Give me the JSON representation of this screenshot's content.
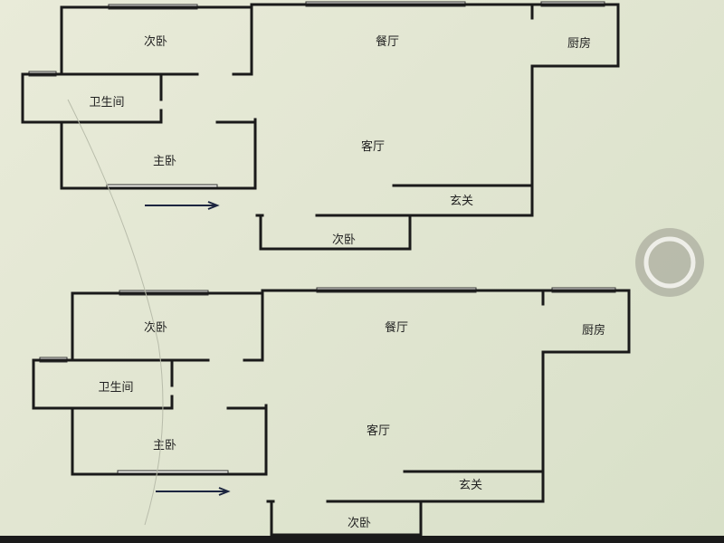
{
  "plans": [
    {
      "rooms": {
        "second_bedroom_top": "次卧",
        "dining": "餐厅",
        "kitchen": "厨房",
        "bathroom": "卫生间",
        "master_bedroom": "主卧",
        "living": "客厅",
        "entrance": "玄关",
        "second_bedroom_bottom": "次卧"
      }
    },
    {
      "rooms": {
        "second_bedroom_top": "次卧",
        "dining": "餐厅",
        "kitchen": "厨房",
        "bathroom": "卫生间",
        "master_bedroom": "主卧",
        "living": "客厅",
        "entrance": "玄关",
        "second_bedroom_bottom": "次卧"
      }
    }
  ],
  "colors": {
    "wall": "#1a1a1a",
    "background": "#e3e6d2",
    "arrow": "#1c2540"
  }
}
